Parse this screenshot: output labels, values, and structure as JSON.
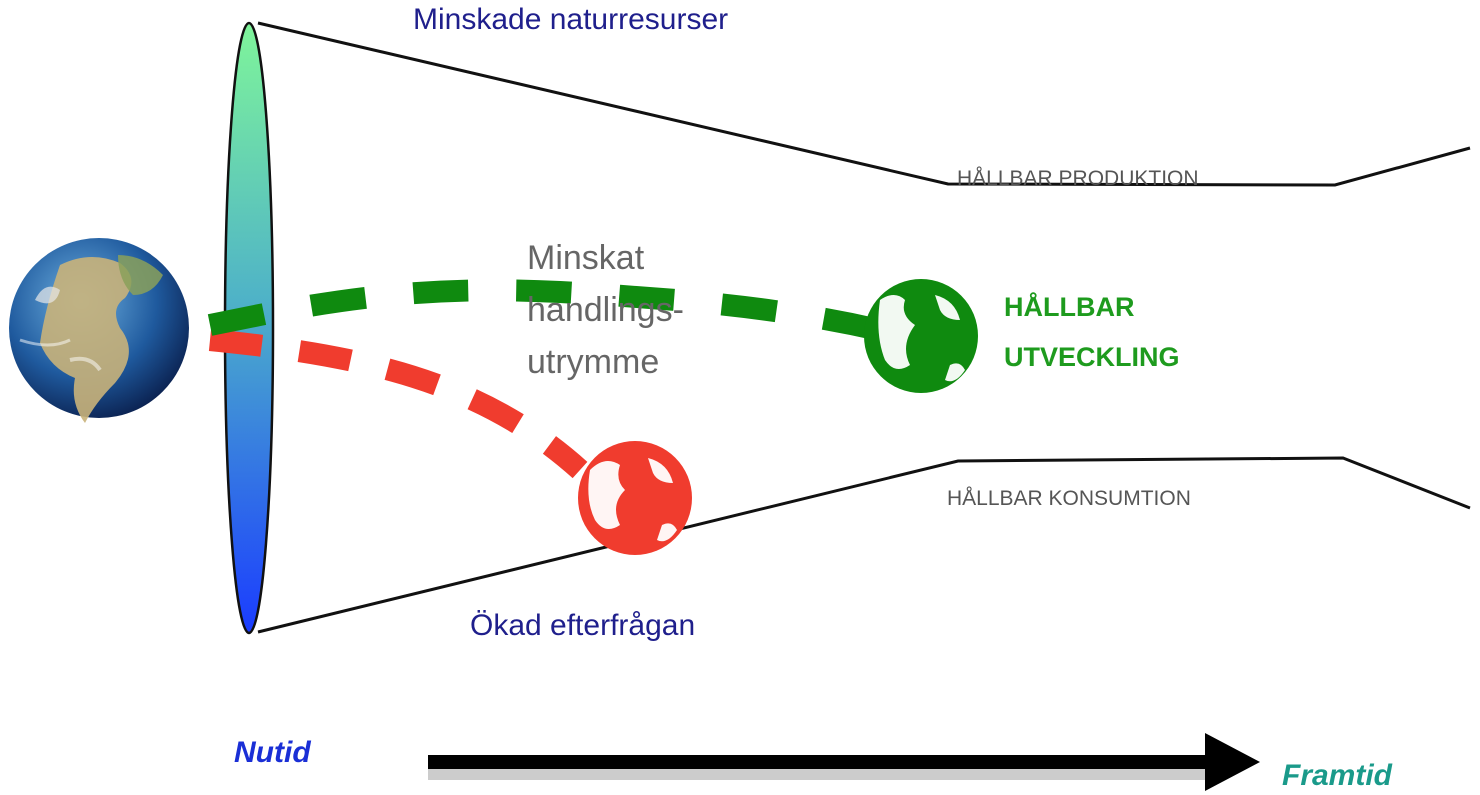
{
  "labels": {
    "top": "Minskade naturresurser",
    "bottom": "Ökad efterfrågan",
    "production": "HÅLLBAR PRODUKTION",
    "consumption": "HÅLLBAR KONSUMTION",
    "space_line1": "Minskat",
    "space_line2": "handlings-",
    "space_line3": "utrymme",
    "sd_line1": "HÅLLBAR",
    "sd_line2": "UTVECKLING",
    "now": "Nutid",
    "future": "Framtid"
  },
  "colors": {
    "sustainable_path": "#0f8a0f",
    "unsustainable_path": "#f03c2e",
    "funnel_line": "#111111",
    "label_blue": "#1f1f8c",
    "label_gray": "#666666",
    "sd_green": "#1e9b1e",
    "now_blue": "#1a2fd6",
    "future_teal": "#1a9a8a"
  },
  "icons": {
    "earth": "earth-globe-icon",
    "green_globe": "green-globe-icon",
    "red_globe": "red-globe-icon",
    "time_arrow": "arrow-right-icon"
  }
}
